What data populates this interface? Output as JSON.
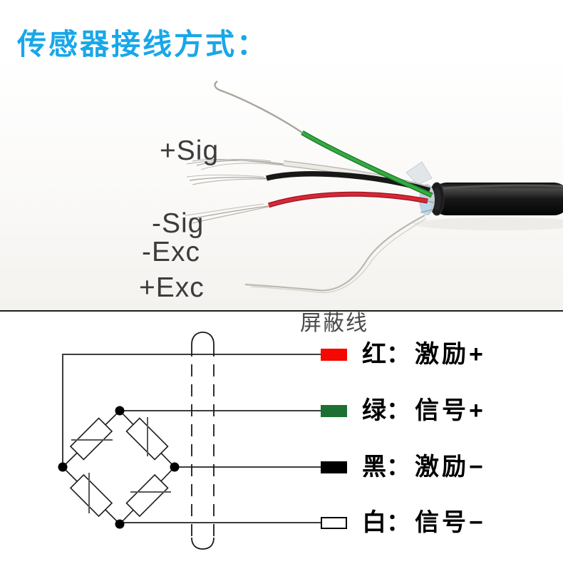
{
  "title": "传感器接线方式：",
  "photo": {
    "wire_labels": {
      "sig_plus": "+Sig",
      "sig_minus": "-Sig",
      "exc_minus": "-Exc",
      "exc_plus": "+Exc",
      "shield": "屏蔽线"
    },
    "wire_colors": {
      "green": "#35ab41",
      "green_dark": "#1e7d2c",
      "red": "#d62836",
      "red_dark": "#9c141f",
      "black": "#181818",
      "white": "#eceae5",
      "white_dark": "#b5b2ac",
      "silver": "#a9a59e",
      "shield": "#bcb8b1",
      "cable_sheath": "#131313"
    }
  },
  "diagram": {
    "legend": [
      {
        "name": "红：",
        "desc": "激励+",
        "swatch": "#f50800",
        "swatch_border": "#f50800"
      },
      {
        "name": "绿：",
        "desc": "信号+",
        "swatch": "#1c7132",
        "swatch_border": "#1c7132"
      },
      {
        "name": "黑：",
        "desc": "激励−",
        "swatch": "#000000",
        "swatch_border": "#000000"
      },
      {
        "name": "白：",
        "desc": "信号−",
        "swatch": "#ffffff",
        "swatch_border": "#000000"
      }
    ]
  },
  "colors": {
    "title_blue": "#18a7e9",
    "divider": "#1f1f1f",
    "schematic_line": "#3d3d3d",
    "schematic_ink": "#1a1a1a",
    "photo_label": "#3c3c3c"
  }
}
